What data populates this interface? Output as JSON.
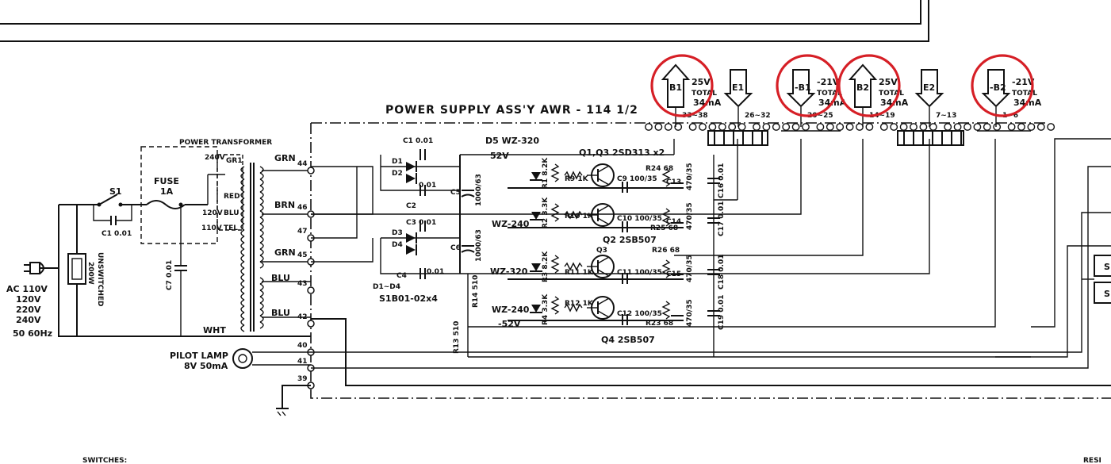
{
  "title": "POWER SUPPLY ASS'Y  AWR - 114 1/2",
  "transformer_label": "POWER TRANSFORMER",
  "ac_input": [
    "AC 110V",
    "120V",
    "220V",
    "240V",
    "50 60Hz"
  ],
  "unswitched": [
    "UNSWITCHED",
    "200W"
  ],
  "s1": "S1",
  "c10": "C1 0.01",
  "fuse": [
    "FUSE",
    "1A"
  ],
  "c7": "C7 0.01",
  "gr1": "GR1",
  "taps": [
    "240V",
    "RED",
    "120V",
    "BLU",
    "110V",
    "TEL"
  ],
  "pilot_lamp": [
    "PILOT LAMP",
    "8V 50mA"
  ],
  "wires": {
    "grn1": "GRN",
    "brn": "BRN",
    "grn2": "GRN",
    "blu1": "BLU",
    "blu2": "BLU",
    "wht": "WHT"
  },
  "pins": [
    "44",
    "46",
    "47",
    "45",
    "43",
    "42",
    "40",
    "41",
    "39"
  ],
  "diodes_note": [
    "D1~D4",
    "S1B01-02x4"
  ],
  "diode_labels": [
    "D1",
    "D2",
    "D3",
    "D4"
  ],
  "cap_labels": [
    "C1 0.01",
    "C2",
    "C3 0.01",
    "C4",
    "0.01",
    "0.01",
    "C5",
    "C6",
    "1000/63",
    "1000/63"
  ],
  "zener_top": [
    "D5 WZ-320",
    "52V"
  ],
  "zener_labels": [
    "WZ-240",
    "WZ-320",
    "WZ-240",
    "-52V"
  ],
  "trans_labels": [
    "Q1,Q3 2SD313 x2",
    "Q2 2SB507",
    "Q3",
    "Q4 2SB507"
  ],
  "res_labels": [
    "R1 8.2K",
    "R9 1K",
    "R2 3.3K",
    "R10 1K",
    "R3 8.2K",
    "R11 1K",
    "R4 3.3K",
    "R12 1K",
    "R14 510",
    "R13 510",
    "R24 68",
    "R25 68",
    "R26 68",
    "R23 68"
  ],
  "small_caps": [
    "C9 100/35",
    "C10 100/35",
    "C11 100/35",
    "C12 100/35",
    "470/35",
    "470/35",
    "470/35",
    "470/35",
    "C16 0.01",
    "C17 0.01",
    "C18 0.01",
    "C19 0.01",
    "C13",
    "C14",
    "C15"
  ],
  "outputs": [
    {
      "name": "B1",
      "volt": "25V",
      "total": "TOTAL",
      "cur": "34mA",
      "range": "33~38",
      "dir": "up",
      "hl": true
    },
    {
      "name": "E1",
      "volt": "",
      "total": "",
      "cur": "",
      "range": "26~32",
      "dir": "down",
      "hl": false
    },
    {
      "name": "-B1",
      "volt": "-21V",
      "total": "TOTAL",
      "cur": "34mA",
      "range": "20~25",
      "dir": "down",
      "hl": true
    },
    {
      "name": "B2",
      "volt": "25V",
      "total": "TOTAL",
      "cur": "34mA",
      "range": "14~19",
      "dir": "up",
      "hl": true
    },
    {
      "name": "E2",
      "volt": "",
      "total": "",
      "cur": "",
      "range": "7~13",
      "dir": "down",
      "hl": false
    },
    {
      "name": "-B2",
      "volt": "-21V",
      "total": "TOTAL",
      "cur": "34mA",
      "range": "1~6",
      "dir": "down",
      "hl": true
    }
  ],
  "bottom_left": "SWITCHES:",
  "bottom_right": "RESI",
  "right_cut": [
    "S",
    "S"
  ],
  "colors": {
    "ink": "#111111",
    "highlight": "#d61f26",
    "paper": "#ffffff"
  }
}
